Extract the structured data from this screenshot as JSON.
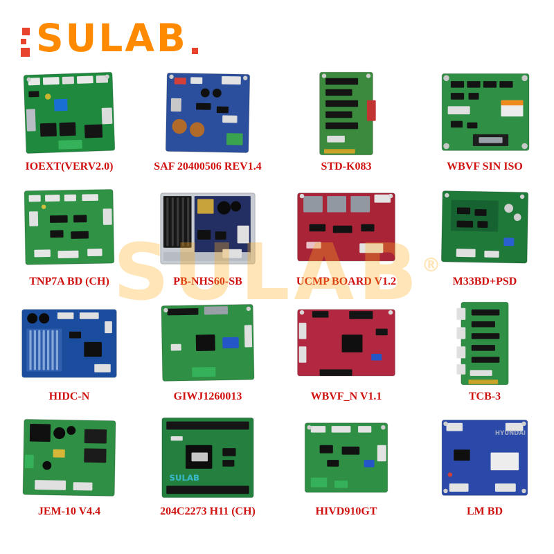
{
  "logo": {
    "text": "SULAB",
    "brand_color": "#ff8a00",
    "accent_color": "#e8432c"
  },
  "watermark": {
    "text": "SULAB",
    "registered": "®"
  },
  "label_color": "#cf1110",
  "products": [
    {
      "label": "IOEXT(VERV2.0)"
    },
    {
      "label": "SAF 20400506 REV1.4"
    },
    {
      "label": "STD-K083"
    },
    {
      "label": "WBVF SIN ISO"
    },
    {
      "label": "TNP7A BD (CH)"
    },
    {
      "label": "PB-NHS60-SB"
    },
    {
      "label": "UCMP BOARD V1.2"
    },
    {
      "label": "M33BD+PSD"
    },
    {
      "label": "HIDC-N"
    },
    {
      "label": "GIWJ1260013"
    },
    {
      "label": "WBVF_N V1.1"
    },
    {
      "label": "TCB-3"
    },
    {
      "label": "JEM-10 V4.4"
    },
    {
      "label": "204C2273 H11 (CH)"
    },
    {
      "label": "HIVD910GT"
    },
    {
      "label": "LM BD",
      "brand": "HYUNDAI"
    }
  ]
}
